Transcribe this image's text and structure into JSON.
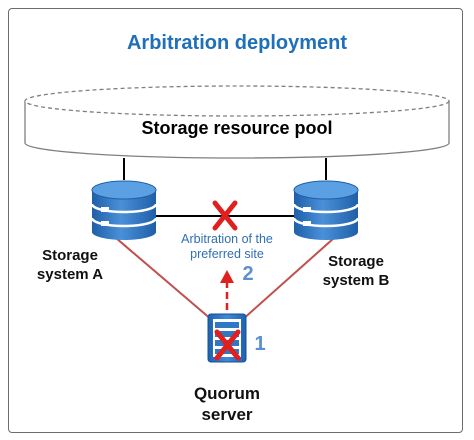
{
  "title": "Arbitration deployment",
  "pool_label": "Storage resource pool",
  "storage_a": {
    "line1": "Storage",
    "line2": "system A"
  },
  "storage_b": {
    "line1": "Storage",
    "line2": "system B"
  },
  "arbitration_note": {
    "line1": "Arbitration of the",
    "line2": "preferred site"
  },
  "step_1": "1",
  "step_2": "2",
  "quorum": {
    "line1": "Quorum",
    "line2": "server"
  },
  "colors": {
    "title": "#1f6fb9",
    "link": "#c0504d",
    "failure": "#e01f1f",
    "device": "#2f78c4",
    "note": "#2f6fb5",
    "step": "#5b8fd0"
  }
}
